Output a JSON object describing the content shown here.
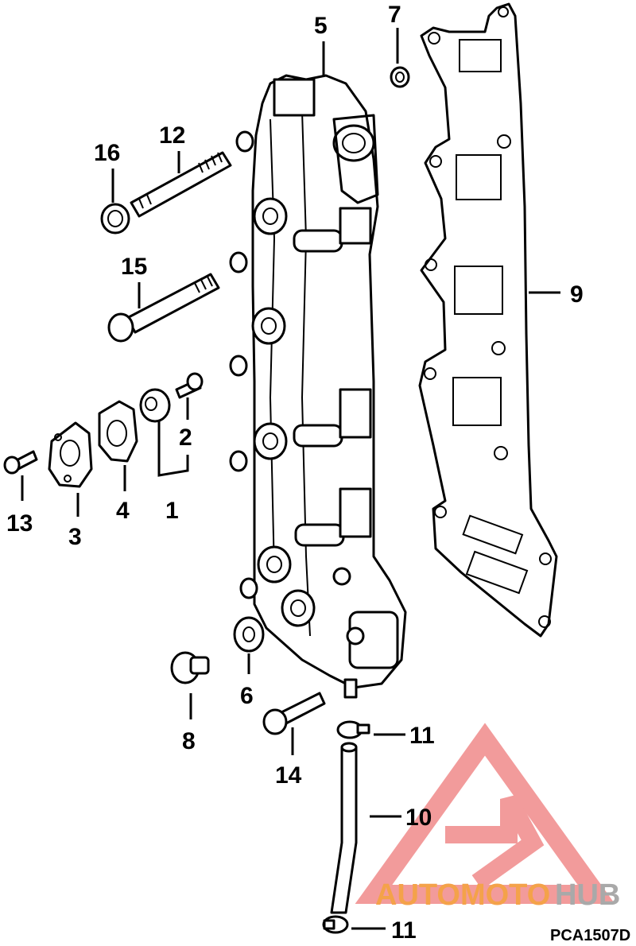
{
  "callouts": {
    "p1": "1",
    "p2": "2",
    "p3": "3",
    "p4": "4",
    "p5": "5",
    "p6": "6",
    "p7": "7",
    "p8": "8",
    "p9": "9",
    "p10": "10",
    "p11a": "11",
    "p11b": "11",
    "p12": "12",
    "p13": "13",
    "p14": "14",
    "p15": "15",
    "p16": "16"
  },
  "figure_code": "PCA1507D",
  "watermark": {
    "text_orange": "AUTOMOTO",
    "text_gray": "HUB",
    "color_logo": "#f08a8a",
    "color_orange": "#f4a24a",
    "color_gray": "#a9a9a9"
  }
}
